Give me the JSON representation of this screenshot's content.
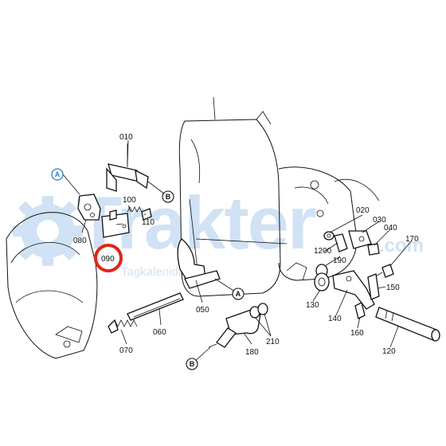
{
  "watermark": {
    "brand": "Trakter",
    "suffix": ".com",
    "sub": "Tagkalenidis",
    "color": "#2f7fd0"
  },
  "highlight": {
    "part": "090",
    "color": "#e2231a"
  },
  "refs": {
    "a": "A",
    "b": "B",
    "color": "#2f7fd0"
  },
  "parts": {
    "p010": "010",
    "p020": "020",
    "p030": "030",
    "p040": "040",
    "p050": "050",
    "p060": "060",
    "p070": "070",
    "p080": "080",
    "p090": "090",
    "p100": "100",
    "p110": "110",
    "p120": "120",
    "p130": "130",
    "p140": "140",
    "p150": "150",
    "p160": "160",
    "p170": "170",
    "p180": "180",
    "p190": "190",
    "p200": "1200",
    "p210": "210"
  }
}
